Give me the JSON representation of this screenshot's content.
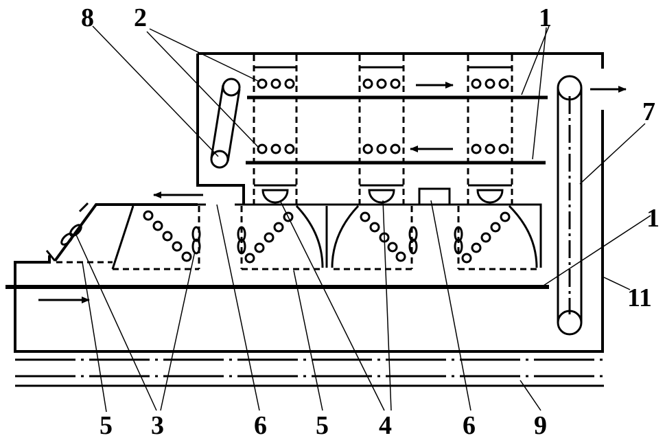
{
  "labels": {
    "l8": "8",
    "l2": "2",
    "l1a": "1",
    "l7": "7",
    "l1b": "1",
    "l11": "11",
    "l5a": "5",
    "l3": "3",
    "l6a": "6",
    "l5b": "5",
    "l4": "4",
    "l6b": "6",
    "l9": "9"
  },
  "colors": {
    "stroke": "#000000",
    "background": "#ffffff"
  }
}
